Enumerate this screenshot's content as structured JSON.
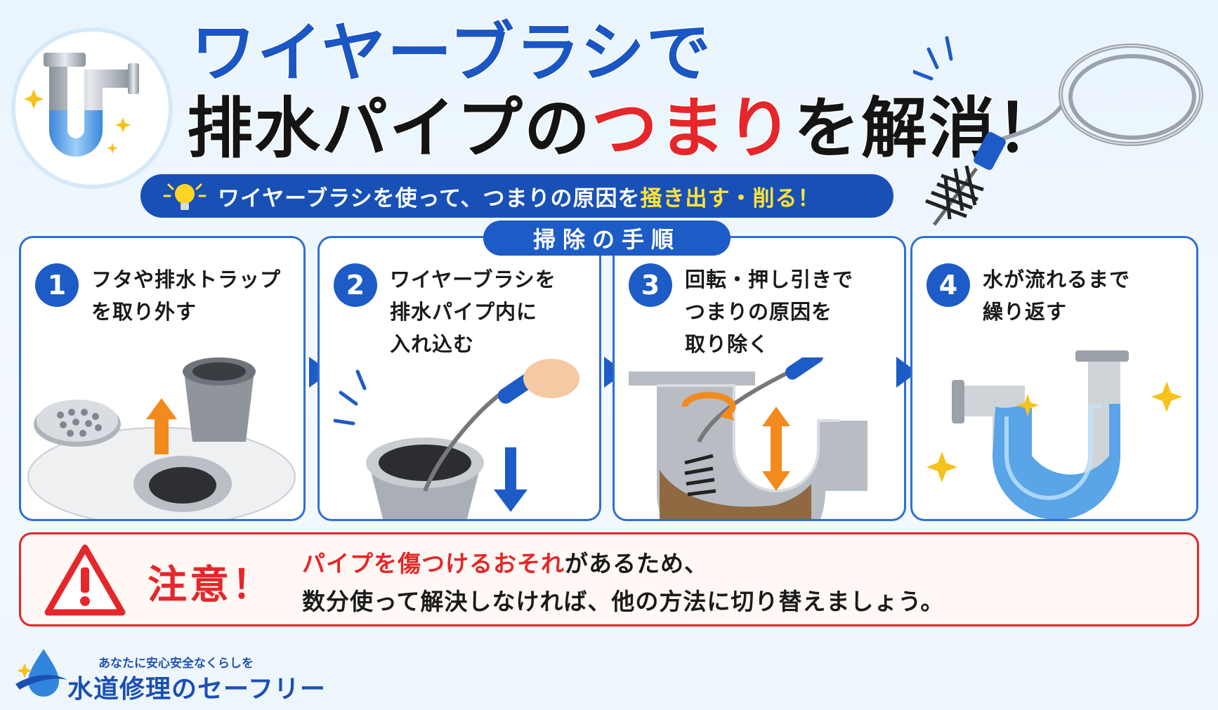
{
  "header": {
    "title_line1": "ワイヤーブラシで",
    "title_line2_a": "排水パイプの",
    "title_line2_b": "つまり",
    "title_line2_c": "を解消！",
    "subtitle_a": "ワイヤーブラシを使って、つまりの原因を",
    "subtitle_b": "掻き出す・削る！"
  },
  "steps": {
    "tag": "掃除の手順",
    "items": [
      {
        "num": "1",
        "lines": [
          "フタや排水トラップ",
          "を取り外す"
        ]
      },
      {
        "num": "2",
        "lines": [
          "ワイヤーブラシを",
          "排水パイプ内に",
          "入れ込む"
        ]
      },
      {
        "num": "3",
        "lines": [
          "回転・押し引きで",
          "つまりの原因を",
          "取り除く"
        ]
      },
      {
        "num": "4",
        "lines": [
          "水が流れるまで",
          "繰り返す"
        ]
      }
    ]
  },
  "caution": {
    "label": "注意！",
    "line1_red": "パイプを傷つけるおそれ",
    "line1_dark": "があるため、",
    "line2": "数分使って解決しなければ、他の方法に切り替えましょう。"
  },
  "footer": {
    "tagline": "あなたに安心安全なくらしを",
    "brand": "水道修理のセーフリー"
  },
  "colors": {
    "accent_blue": "#1d5bc6",
    "accent_red": "#e5262a",
    "highlight_yellow": "#ffe23b"
  }
}
